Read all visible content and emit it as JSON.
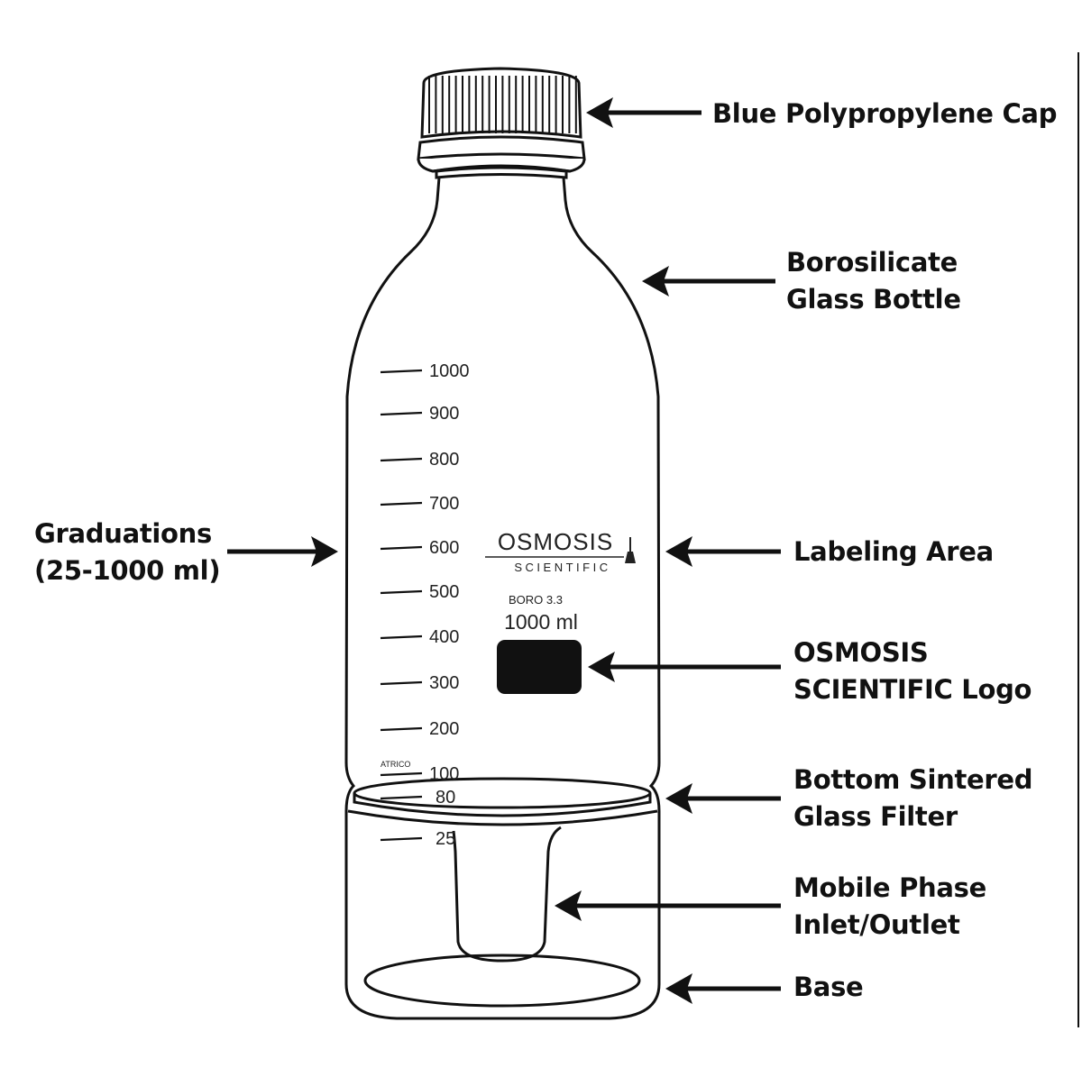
{
  "diagram": {
    "subject": "Glass bottle with sintered filter",
    "callouts": [
      {
        "id": "cap",
        "lines": [
          "Blue Polypropylene Cap"
        ]
      },
      {
        "id": "bottle",
        "lines": [
          "Borosilicate",
          "Glass Bottle"
        ]
      },
      {
        "id": "graduations",
        "lines": [
          "Graduations",
          "(25-1000 ml)"
        ]
      },
      {
        "id": "labeling",
        "lines": [
          "Labeling Area"
        ]
      },
      {
        "id": "logo",
        "lines": [
          "OSMOSIS",
          "SCIENTIFIC Logo"
        ]
      },
      {
        "id": "filter",
        "lines": [
          "Bottom Sintered",
          "Glass Filter"
        ]
      },
      {
        "id": "inlet",
        "lines": [
          "Mobile Phase",
          "Inlet/Outlet"
        ]
      },
      {
        "id": "base",
        "lines": [
          "Base"
        ]
      }
    ],
    "graduation_marks": [
      "1000",
      "900",
      "800",
      "700",
      "600",
      "500",
      "400",
      "300",
      "200",
      "100",
      "80",
      "25"
    ],
    "small_mark_text": "ATRICO",
    "bottle_print": {
      "brand_name": "OSMOSIS",
      "brand_sub": "SCIENTIFIC",
      "material": "BORO 3.3",
      "capacity": "1000 ml"
    }
  }
}
